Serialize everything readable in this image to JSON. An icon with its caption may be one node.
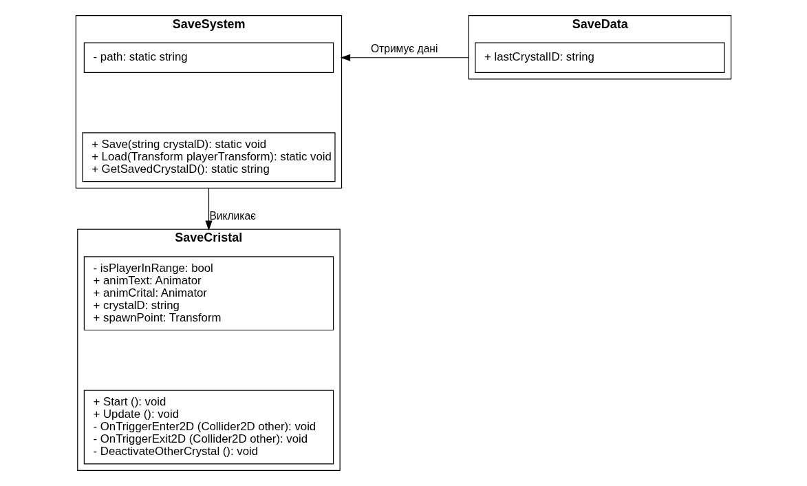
{
  "diagram": {
    "nodes": [
      {
        "text": [
          "SaveSystem"
        ]
      },
      {
        "text": [
          "- path: static string"
        ],
        "in": 0
      },
      {
        "text": [
          "+ Save(string crystalD): static void",
          "+ Load(Transform playerTransform): static void",
          "+ GetSavedCrystalD(): static string"
        ],
        "in": 0
      },
      {
        "text": [
          "SaveData"
        ]
      },
      {
        "text": [
          "+ lastCrystalID: string"
        ],
        "in": 3
      },
      {
        "text": [
          "SaveCristal"
        ]
      },
      {
        "text": [
          "- isPlayerInRange: bool",
          "+ animText: Animator",
          "+ animCrital: Animator",
          "+ crystalD: string",
          "+ spawnPoint: Transform"
        ],
        "in": 5
      },
      {
        "text": [
          "+ Start (): void",
          "+ Update (): void",
          "- OnTriggerEnter2D (Collider2D other): void",
          "- OnTriggerExit2D (Collider2D other): void",
          "- DeactivateOtherCrystal (): void"
        ],
        "in": 5
      }
    ],
    "edges": [
      {
        "from": 3,
        "to": 0,
        "arrow": "to",
        "label": "Отримує дані"
      },
      {
        "from": 0,
        "to": 5,
        "arrow": "to",
        "label": "Викликає"
      }
    ]
  }
}
